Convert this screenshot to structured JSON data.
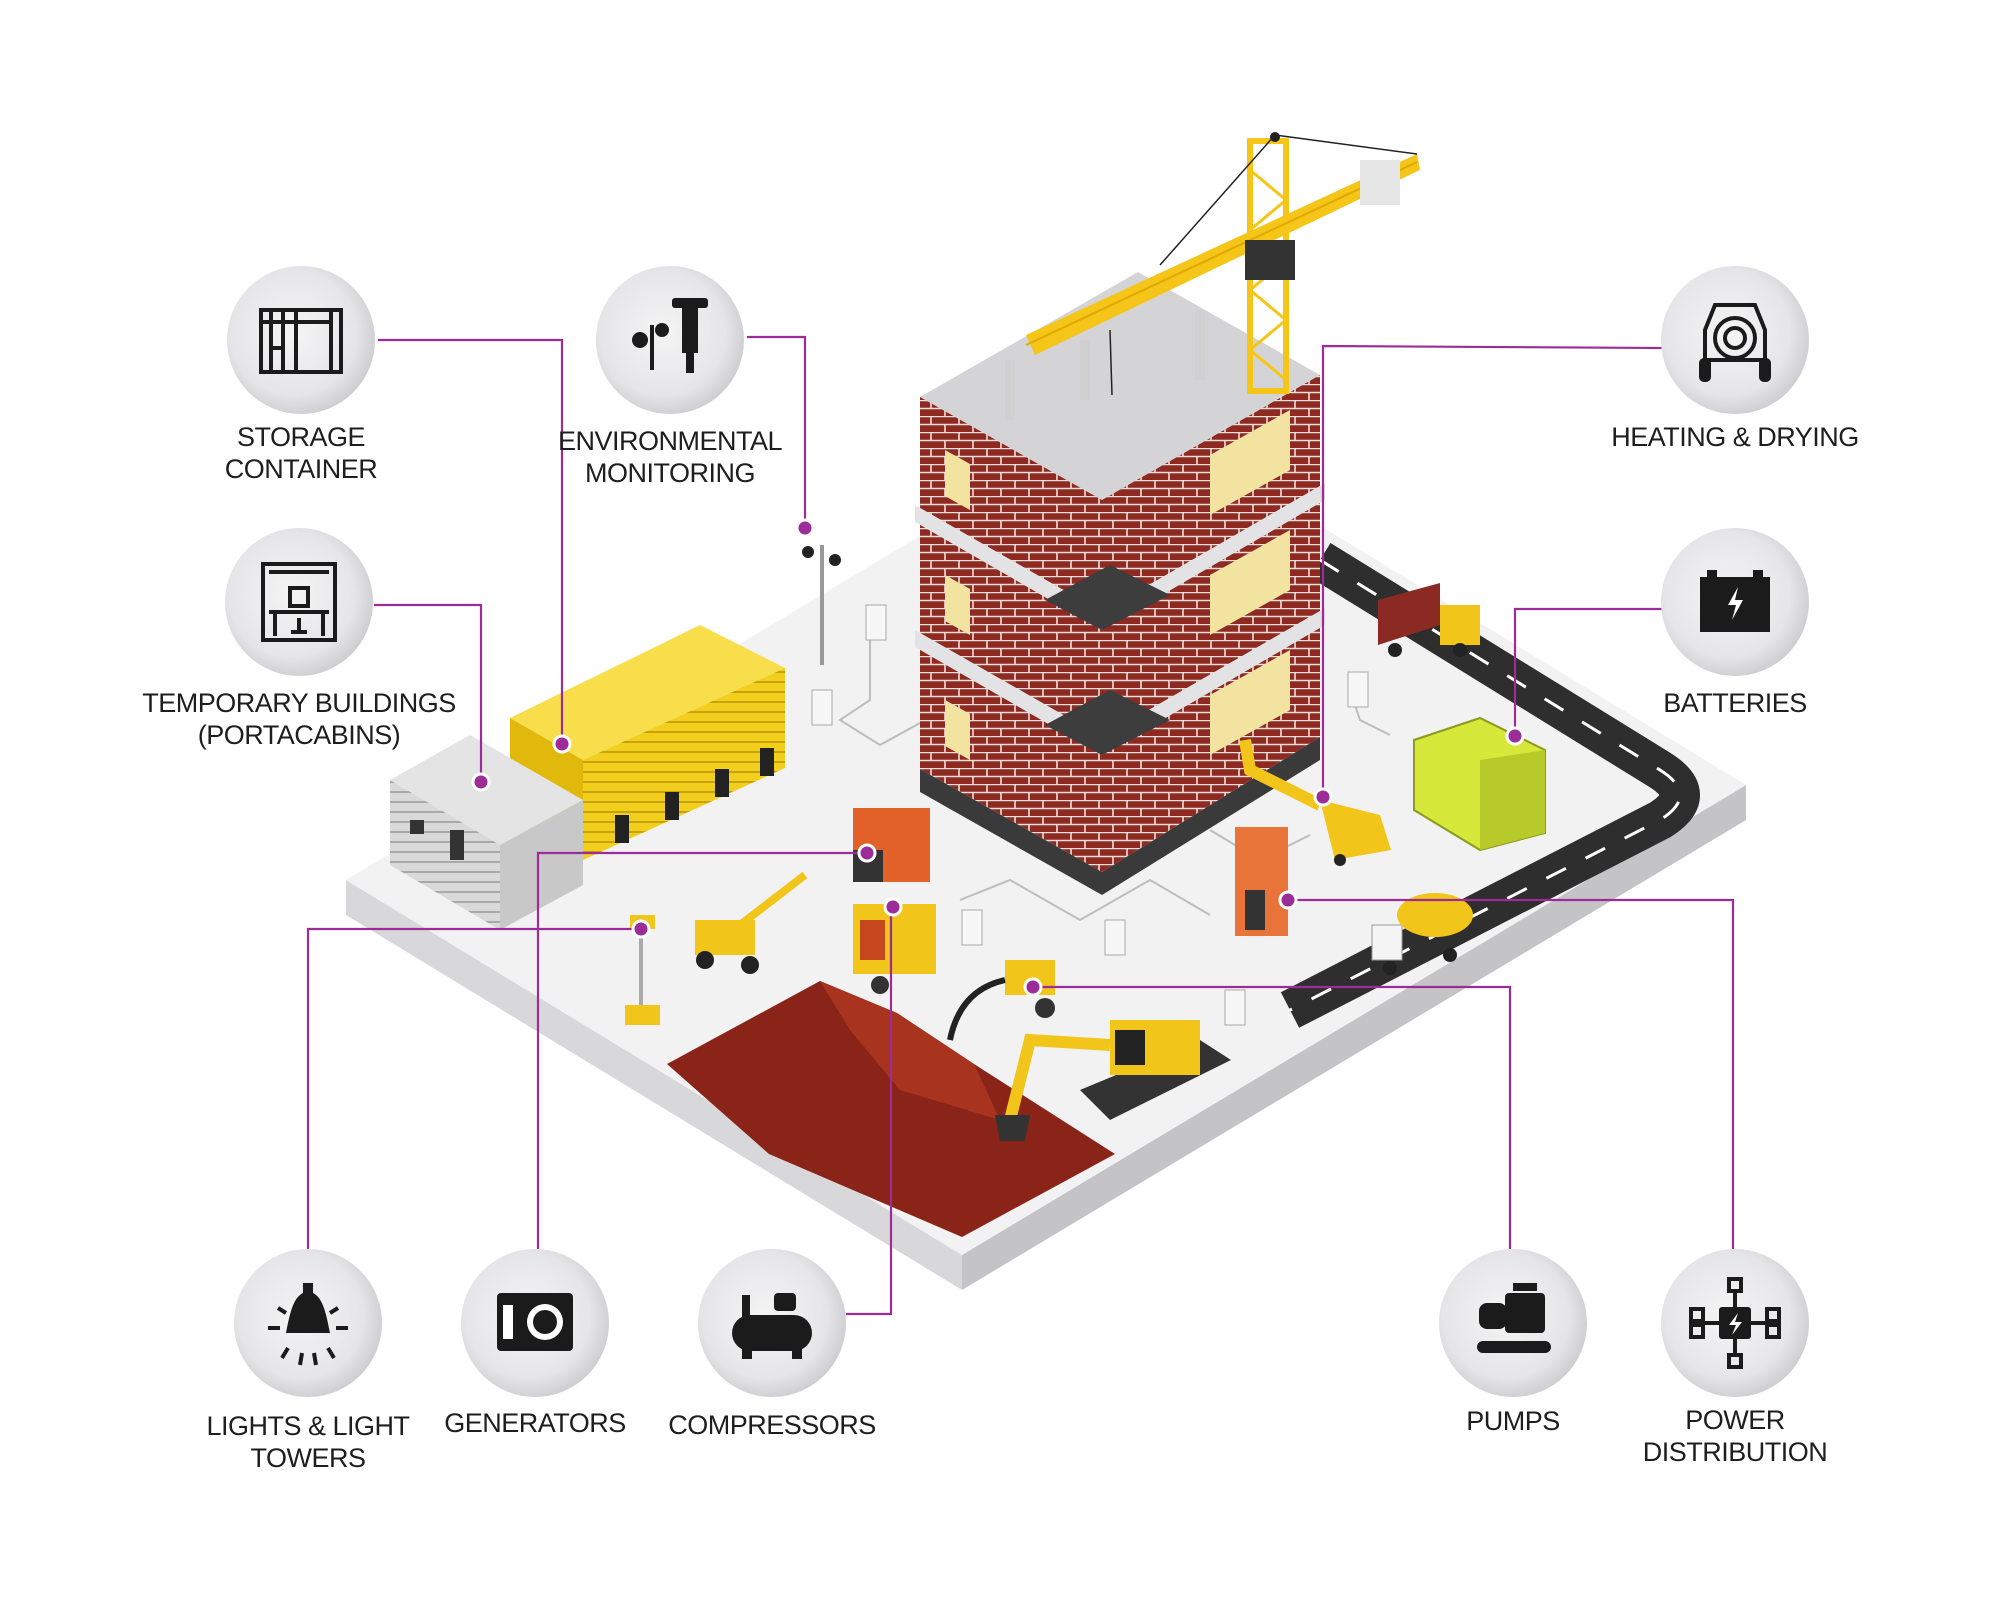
{
  "colors": {
    "connector": "#9b2c98",
    "brick": "#8e2a22",
    "crane": "#f5c518",
    "container_yellow": "#f2cf1d",
    "battery_green": "#d6e83a",
    "dirt": "#8a2418",
    "road": "#2e2e2e"
  },
  "categories": [
    {
      "id": "storage-container",
      "lines": [
        "STORAGE",
        "CONTAINER"
      ],
      "icon": "storage-container-icon"
    },
    {
      "id": "environmental-monitoring",
      "lines": [
        "ENVIRONMENTAL",
        "MONITORING"
      ],
      "icon": "weather-station-icon"
    },
    {
      "id": "temporary-buildings",
      "lines": [
        "TEMPORARY BUILDINGS",
        "(PORTACABINS)"
      ],
      "icon": "office-cabin-icon"
    },
    {
      "id": "heating-drying",
      "lines": [
        "HEATING & DRYING"
      ],
      "icon": "heater-fan-icon"
    },
    {
      "id": "batteries",
      "lines": [
        "BATTERIES"
      ],
      "icon": "battery-icon"
    },
    {
      "id": "lights",
      "lines": [
        "LIGHTS & LIGHT",
        "TOWERS"
      ],
      "icon": "light-bulb-icon"
    },
    {
      "id": "generators",
      "lines": [
        "GENERATORS"
      ],
      "icon": "generator-icon"
    },
    {
      "id": "compressors",
      "lines": [
        "COMPRESSORS"
      ],
      "icon": "compressor-icon"
    },
    {
      "id": "pumps",
      "lines": [
        "PUMPS"
      ],
      "icon": "pump-icon"
    },
    {
      "id": "power-distribution",
      "lines": [
        "POWER",
        "DISTRIBUTION"
      ],
      "icon": "power-distribution-icon"
    }
  ]
}
